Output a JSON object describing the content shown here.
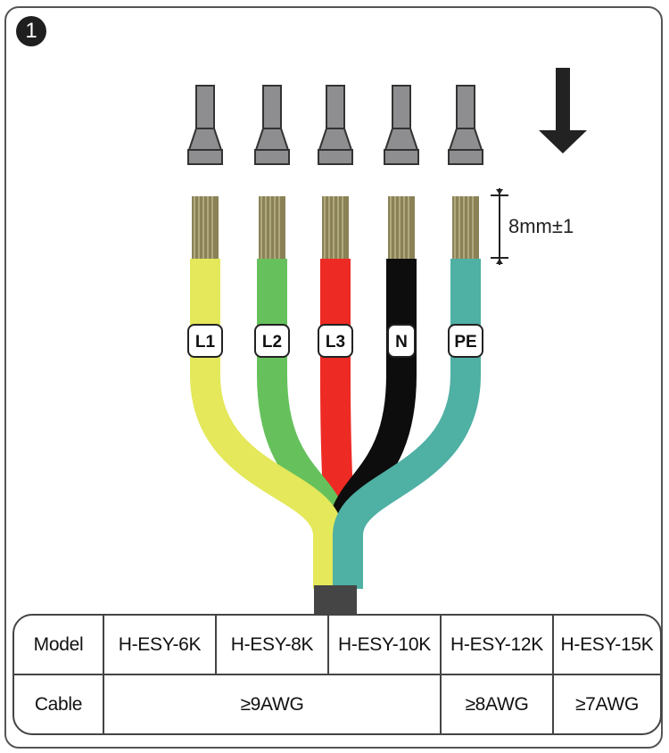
{
  "step": {
    "number": "1"
  },
  "wires": [
    {
      "label": "L1",
      "color": "#e4e85a"
    },
    {
      "label": "L2",
      "color": "#66c15c"
    },
    {
      "label": "L3",
      "color": "#ee2a24"
    },
    {
      "label": "N",
      "color": "#0d0d0d"
    },
    {
      "label": "PE",
      "color": "#4fb0a4"
    }
  ],
  "strip_length": "8mm±1",
  "arrow": {
    "direction": "down",
    "color": "#222222"
  },
  "colors": {
    "ferrule": "#8e8e90",
    "ferrule_outline": "#333333",
    "copper": "#8a8256",
    "sheath": "#454545"
  },
  "table": {
    "model_label": "Model",
    "models": [
      "H-ESY-6K",
      "H-ESY-8K",
      "H-ESY-10K",
      "H-ESY-12K",
      "H-ESY-15K"
    ],
    "cable_label": "Cable",
    "cables": [
      {
        "value": "≥9AWG",
        "span": 3
      },
      {
        "value": "≥8AWG",
        "span": 1
      },
      {
        "value": "≥7AWG",
        "span": 1
      }
    ]
  }
}
